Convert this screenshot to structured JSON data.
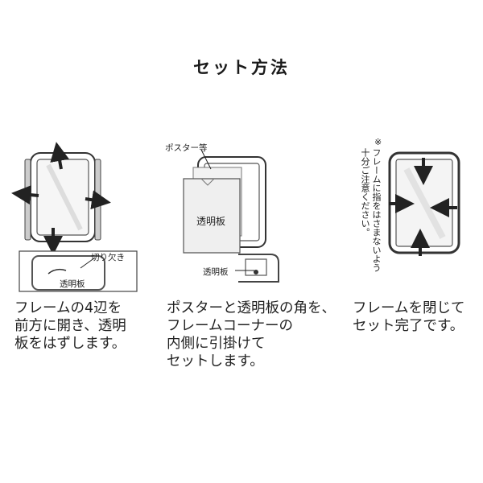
{
  "title": "セット方法",
  "step1": {
    "callout": "切り欠き",
    "panel_label": "透明板",
    "caption": "フレームの4辺を\n前方に開き、透明\n板をはずします。"
  },
  "step2": {
    "poster_label": "ポスター等",
    "panel_label": "透明板",
    "detail_label": "透明板",
    "caption": "ポスターと透明板の角を、\nフレームコーナーの\n内側に引掛けて\nセットします。"
  },
  "step3": {
    "note_mark": "※",
    "note_col1": "フレームに指をはさまないよう",
    "note_col2": "十分ご注意ください。",
    "caption": "フレームを閉じて\nセット完了です。"
  }
}
